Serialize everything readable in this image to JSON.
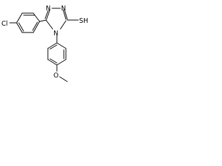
{
  "molecule": {
    "atoms": {
      "n_top_left": "N",
      "n_top_right": "N",
      "n_ring": "N",
      "sh": "SH",
      "cl": "Cl",
      "o": "O"
    }
  }
}
